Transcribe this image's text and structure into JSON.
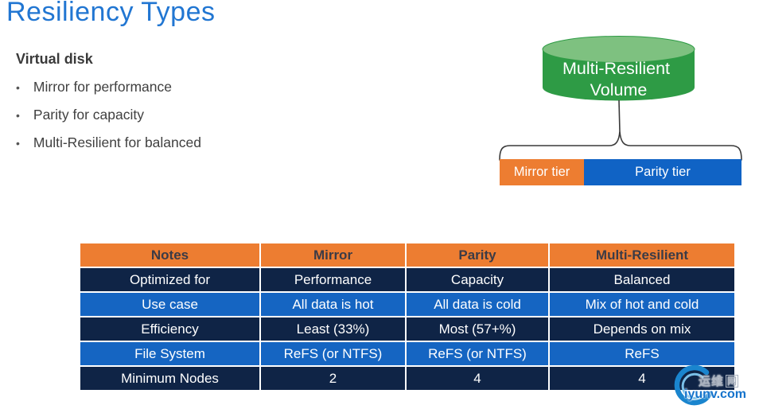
{
  "slide": {
    "title": "Resiliency Types"
  },
  "left_panel": {
    "heading": "Virtual disk",
    "bullet_char": "•",
    "bullets": [
      "Mirror for performance",
      "Parity for capacity",
      "Multi-Resilient for balanced"
    ]
  },
  "diagram": {
    "cylinder": {
      "line1": "Multi-Resilient",
      "line2": "Volume",
      "body_color": "#2E9B45",
      "top_color": "#7EC180"
    },
    "tiers": [
      {
        "label": "Mirror tier",
        "color": "#ED7D31"
      },
      {
        "label": "Parity tier",
        "color": "#1063C5"
      }
    ]
  },
  "table": {
    "header_bg": "#ED7D31",
    "row_dark_bg": "#0F2446",
    "row_blue_bg": "#1565C2",
    "headers": [
      "Notes",
      "Mirror",
      "Parity",
      "Multi-Resilient"
    ],
    "rows": [
      [
        "Optimized for",
        "Performance",
        "Capacity",
        "Balanced"
      ],
      [
        "Use case",
        "All data is hot",
        "All data is cold",
        "Mix of hot and cold"
      ],
      [
        "Efficiency",
        "Least (33%)",
        "Most (57+%)",
        "Depends on mix"
      ],
      [
        "File System",
        "ReFS (or NTFS)",
        "ReFS (or NTFS)",
        "ReFS"
      ],
      [
        "Minimum Nodes",
        "2",
        "4",
        "4"
      ]
    ]
  },
  "watermark": {
    "cn_text": "运维",
    "cn_boxed": "网",
    "url": "iyunv.com"
  }
}
